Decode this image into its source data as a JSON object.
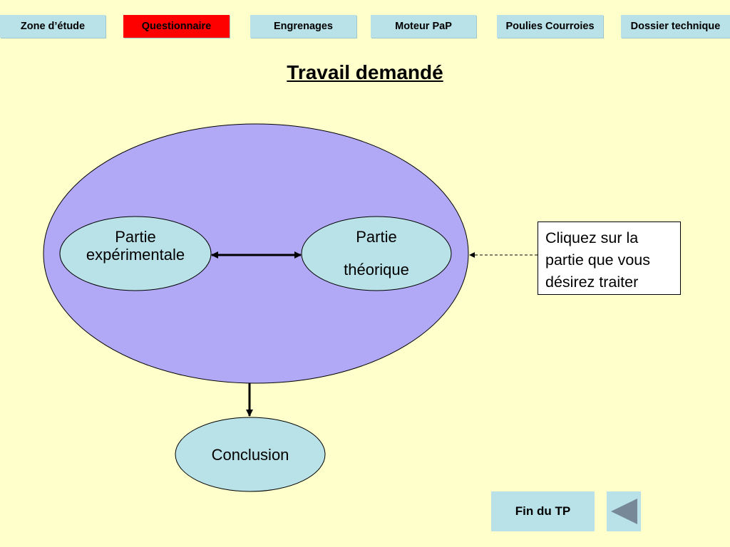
{
  "nav": {
    "tabs": [
      {
        "label": "Zone d’étude"
      },
      {
        "label": "Questionnaire",
        "active": true
      },
      {
        "label": "Engrenages"
      },
      {
        "label": "Moteur PaP"
      },
      {
        "label": "Poulies Courroies"
      },
      {
        "label": "Dossier technique"
      }
    ]
  },
  "page": {
    "title": "Travail demandé"
  },
  "diagram": {
    "experimental": {
      "line1": "Partie",
      "line2": "expérimentale"
    },
    "theorique": {
      "line1": "Partie",
      "line2": "théorique"
    },
    "conclusion": "Conclusion",
    "hint": "Cliquez sur la partie que vous désirez traiter"
  },
  "footer": {
    "fin_label": "Fin du TP",
    "back_icon": "triangle-left-icon"
  },
  "colors": {
    "background": "#FFFFCC",
    "tab": "#B9E1E8",
    "active_tab": "#FF0000",
    "big_ellipse": "#B1A9F5",
    "node": "#B9E1E8",
    "back_arrow": "#778899"
  }
}
